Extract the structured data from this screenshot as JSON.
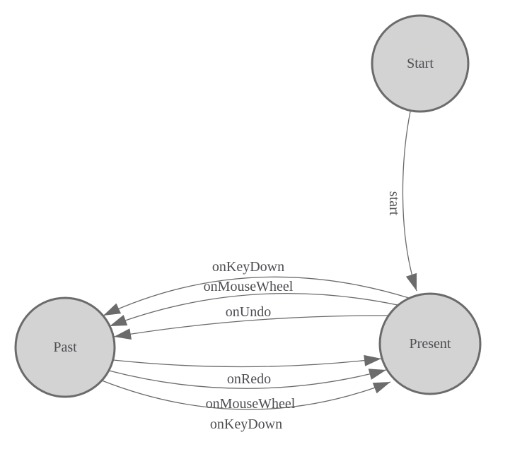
{
  "colors": {
    "background": "#ffffff",
    "node_fill": "#d3d3d3",
    "node_stroke": "#6b6b6b",
    "edge_stroke": "#6b6b6b",
    "arrow_fill": "#6b6b6b",
    "label_color": "#4d4d52"
  },
  "nodes": {
    "start": {
      "label": "Start"
    },
    "present": {
      "label": "Present"
    },
    "past": {
      "label": "Past"
    }
  },
  "edges": {
    "start_edge": {
      "label": "start",
      "from": "Start",
      "to": "Present"
    },
    "undo_keydown": {
      "label": "onKeyDown",
      "from": "Present",
      "to": "Past"
    },
    "undo_mousewheel": {
      "label": "onMouseWheel",
      "from": "Present",
      "to": "Past"
    },
    "undo": {
      "label": "onUndo",
      "from": "Present",
      "to": "Past"
    },
    "redo": {
      "label": "onRedo",
      "from": "Past",
      "to": "Present"
    },
    "redo_mousewheel": {
      "label": "onMouseWheel",
      "from": "Past",
      "to": "Present"
    },
    "redo_keydown": {
      "label": "onKeyDown",
      "from": "Past",
      "to": "Present"
    }
  }
}
